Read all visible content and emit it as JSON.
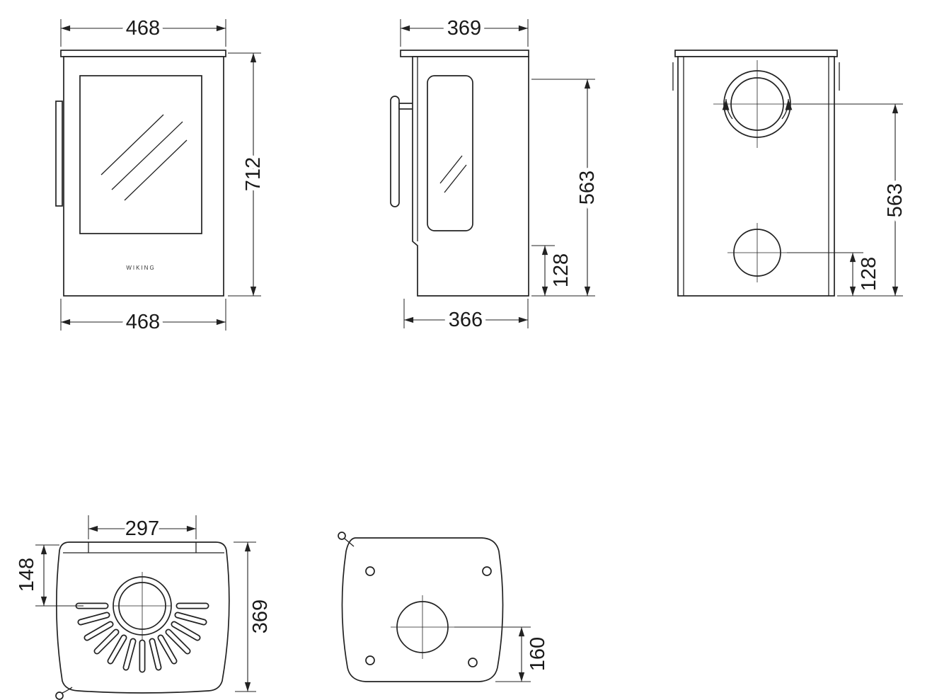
{
  "drawing": {
    "logo_text": "WIKING",
    "dims": {
      "front_width_top": "468",
      "front_height": "712",
      "front_width_bottom": "468",
      "side_depth_top": "369",
      "side_height_upper": "563",
      "side_height_lower": "128",
      "side_depth_bottom": "366",
      "rear_flue_center_height": "563",
      "rear_outlet_height": "128",
      "top_opening_width": "297",
      "top_flue_offset": "148",
      "top_depth": "369",
      "bottom_flue_offset": "160"
    }
  }
}
